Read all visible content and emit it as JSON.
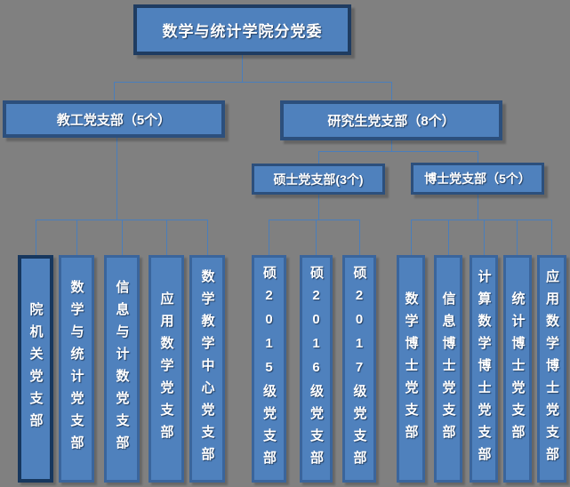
{
  "title": "数学与统计学院分党委",
  "colors": {
    "background": "#808080",
    "box_fill": "#4f81bd",
    "border_root": "#1f3c61",
    "border_level2": "#2c4f7c",
    "border_leaf": "#3a659c",
    "border_leaf_dark": "#17375e",
    "connector": "#4a7ebb",
    "text": "#ffffff"
  },
  "nodes": {
    "root": "数学与统计学院分党委",
    "faculty": "教工党支部（5个）",
    "graduate": "研究生党支部（8个）",
    "masters": "硕士党支部(3个)",
    "doctoral": "博士党支部（5个）"
  },
  "leaves": {
    "faculty": [
      "院机关党支部",
      "数学与统计党支部",
      "信息与计数党支部",
      "应用数学党支部",
      "数学教学中心党支部"
    ],
    "masters": [
      "硕2015级党支部",
      "硕2016级党支部",
      "硕2017级党支部"
    ],
    "doctoral": [
      "数学博士党支部",
      "信息博士党支部",
      "计算数学博士党支部",
      "统计博士党支部",
      "应用数学博士党支部"
    ]
  }
}
